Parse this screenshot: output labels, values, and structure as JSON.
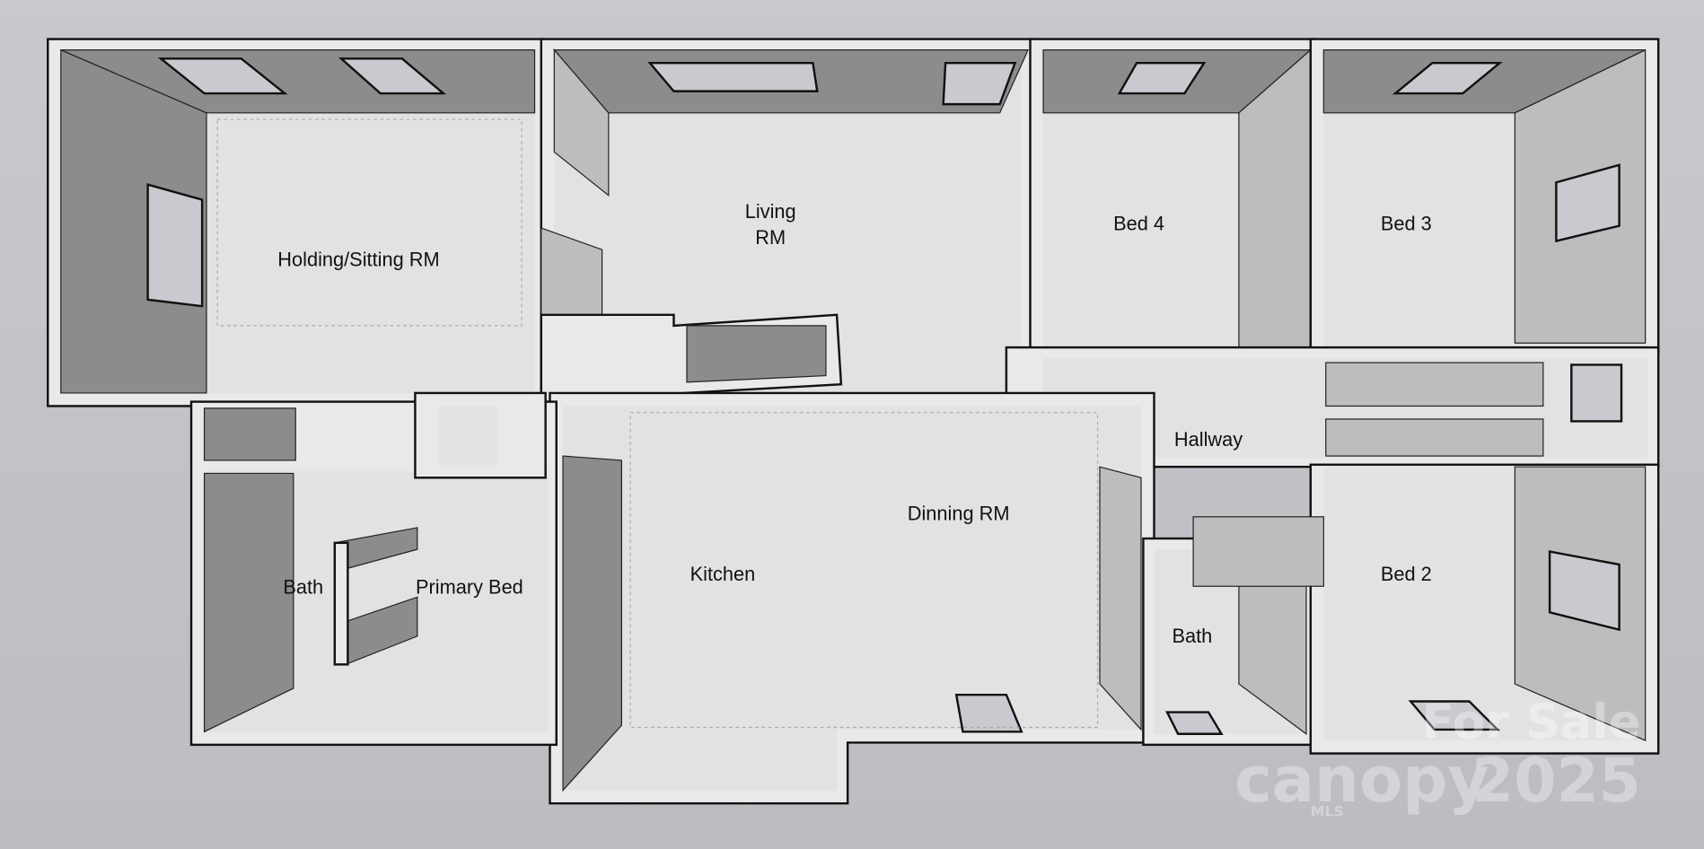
{
  "rooms": {
    "holding": "Holding/Sitting RM",
    "living_1": "Living",
    "living_2": "RM",
    "bed4": "Bed 4",
    "bed3": "Bed 3",
    "hallway": "Hallway",
    "dining": "Dinning RM",
    "kitchen": "Kitchen",
    "bath_primary": "Bath",
    "primary_bed": "Primary Bed",
    "bath_hall": "Bath",
    "bed2": "Bed 2"
  },
  "watermark": {
    "brand": "canopy",
    "sub": "MLS",
    "status": "For Sale",
    "year": "2025"
  }
}
